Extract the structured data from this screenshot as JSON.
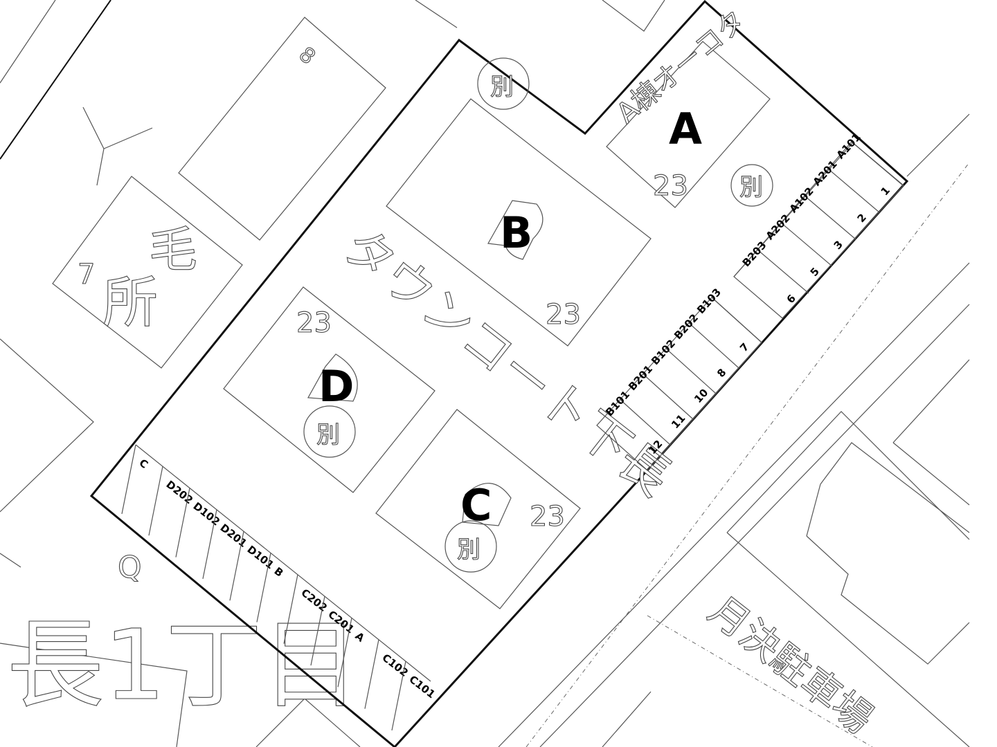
{
  "property": {
    "name": "タウンコート下長"
  },
  "buildings": [
    {
      "id": "A",
      "label": "A",
      "number": "23",
      "annex": "別"
    },
    {
      "id": "B",
      "label": "B",
      "number": "23"
    },
    {
      "id": "C",
      "label": "C",
      "number": "23",
      "annex": "別"
    },
    {
      "id": "D",
      "label": "D",
      "number": "23",
      "annex": "別"
    }
  ],
  "extra_annex": "別",
  "parking_east": {
    "group1_units": [
      "A101",
      "A201",
      "A102",
      "A202",
      "B203"
    ],
    "group1_numbers": [
      "1",
      "2",
      "3",
      "5",
      "6"
    ],
    "group2_units": [
      "B103",
      "B202",
      "B102",
      "B201",
      "B101"
    ],
    "group2_numbers": [
      "7",
      "8",
      "10",
      "11",
      "12"
    ]
  },
  "parking_west": {
    "units": [
      "C",
      "D202",
      "D102",
      "D201",
      "D101",
      "B",
      "C202",
      "C201",
      "A",
      "C102",
      "C101"
    ]
  },
  "surroundings": {
    "block_8": "8",
    "block_7": "7",
    "block_7_label": "所",
    "block_7_char": "毛",
    "monthly_parking": "月決駐車場",
    "town_name": "長1丁目",
    "marker_q": "Q",
    "a_block_text": "A棟オーコタ"
  }
}
